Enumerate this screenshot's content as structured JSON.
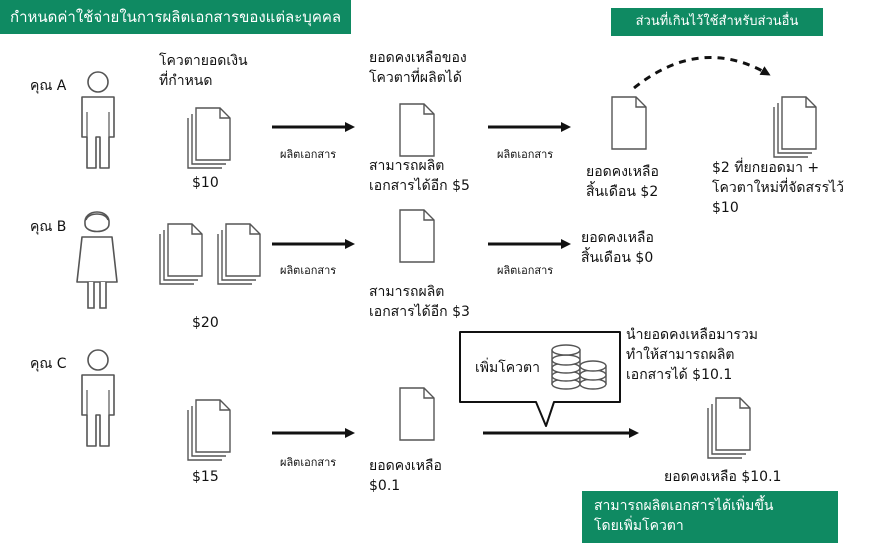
{
  "title": "กำหนดค่าใช้จ่ายในการผลิตเอกสารของแต่ละบุคคล",
  "right_header": "ส่วนที่เกินไว้ใช้สำหรับส่วนอื่น",
  "bottom_banner": "สามารถผลิตเอกสารได้เพิ่มขึ้น\nโดยเพิ่มโควตา",
  "columns": {
    "quota": "โควตายอดเงิน\nที่กำหนด",
    "remaining": "ยอดคงเหลือของ\nโควตาที่ผลิตได้"
  },
  "persons": [
    {
      "name": "คุณ A",
      "quota": "$10"
    },
    {
      "name": "คุณ B",
      "quota": "$20"
    },
    {
      "name": "คุณ C",
      "quota": "$15"
    }
  ],
  "arrow_label": "ผลิตเอกสาร",
  "row_a": {
    "can_produce": "สามารถผลิต\nเอกสารได้อีก $5",
    "month_end": "ยอดคงเหลือ\nสิ้นเดือน $2",
    "carry": "$2 ที่ยกยอดมา +\nโควตาใหม่ที่จัดสรรไว้\n$10"
  },
  "row_b": {
    "can_produce": "สามารถผลิต\nเอกสารได้อีก $3",
    "month_end": "ยอดคงเหลือ\nสิ้นเดือน $0"
  },
  "row_c": {
    "remaining": "ยอดคงเหลือ\n$0.1",
    "callout": "เพิ่มโควตา",
    "note": "นำยอดคงเหลือมารวม\nทำให้สามารถผลิต\nเอกสารได้ $10.1",
    "final": "ยอดคงเหลือ $10.1"
  },
  "colors": {
    "accent": "#0f8a62",
    "lanyard": "#1aa36b",
    "stroke": "#555555"
  }
}
